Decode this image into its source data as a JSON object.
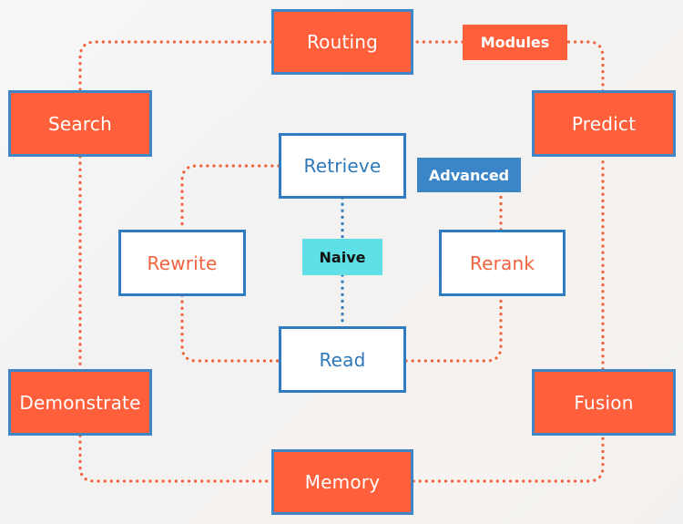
{
  "colors": {
    "module_fill": "#ff5f3a",
    "box_border": "#3f86c8",
    "orange_dots": "#f0633d",
    "blue_dots": "#2f7cc0",
    "naive_text": "#2f78b8",
    "advanced_tag": "#3a86c8",
    "naive_tag": "#5ee0e6"
  },
  "tags": {
    "modules": "Modules",
    "advanced": "Advanced",
    "naive": "Naive"
  },
  "modules": {
    "routing": "Routing",
    "search": "Search",
    "predict": "Predict",
    "demonstrate": "Demonstrate",
    "fusion": "Fusion",
    "memory": "Memory"
  },
  "naive": {
    "retrieve": "Retrieve",
    "read": "Read"
  },
  "advanced": {
    "rewrite": "Rewrite",
    "rerank": "Rerank"
  }
}
